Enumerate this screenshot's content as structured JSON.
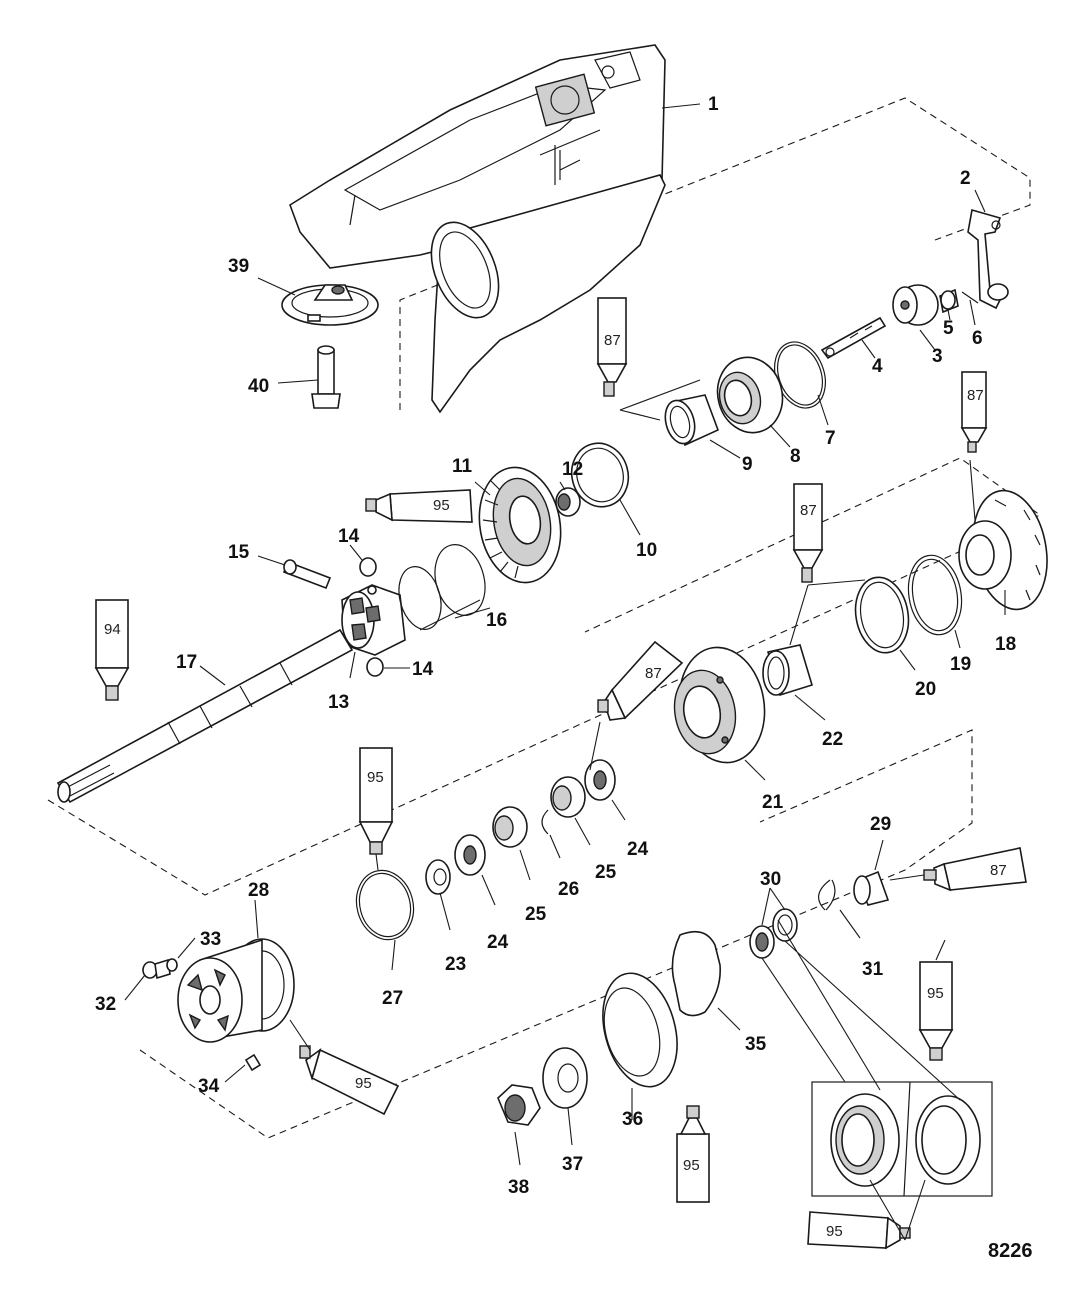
{
  "figure_number": "8226",
  "callouts": [
    "1",
    "2",
    "3",
    "4",
    "5",
    "6",
    "7",
    "8",
    "9",
    "10",
    "11",
    "12",
    "13",
    "14",
    "14",
    "15",
    "16",
    "17",
    "18",
    "19",
    "20",
    "21",
    "22",
    "23",
    "24",
    "24",
    "25",
    "25",
    "26",
    "27",
    "28",
    "29",
    "30",
    "31",
    "32",
    "33",
    "34",
    "35",
    "36",
    "37",
    "38",
    "39",
    "40"
  ],
  "lubricant_tubes": [
    "87",
    "87",
    "87",
    "87",
    "87",
    "94",
    "95",
    "95",
    "95",
    "95",
    "95",
    "95"
  ]
}
